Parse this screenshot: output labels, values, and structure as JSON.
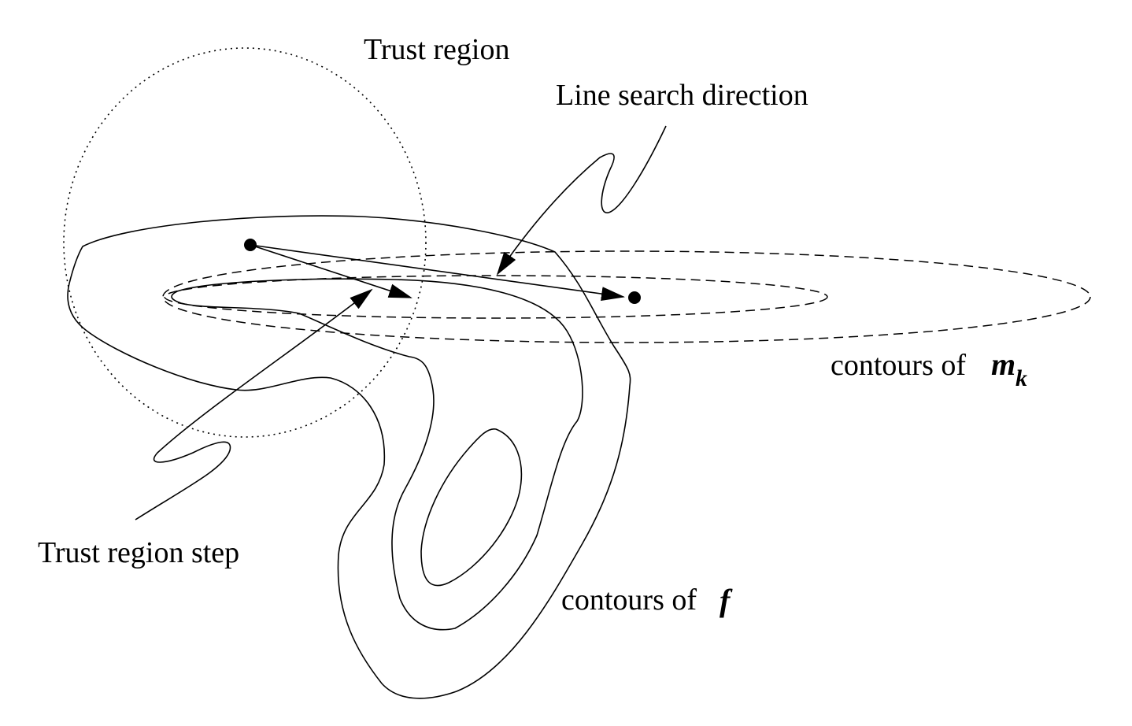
{
  "labels": {
    "trust_region": "Trust region",
    "line_search_direction": "Line search direction",
    "contours_mk_prefix": "contours of",
    "contours_mk_var": "m",
    "contours_mk_sub": "k",
    "contours_f_prefix": "contours of",
    "contours_f_var": "f",
    "trust_region_step": "Trust region step"
  },
  "colors": {
    "stroke": "#000000",
    "background": "#ffffff"
  }
}
